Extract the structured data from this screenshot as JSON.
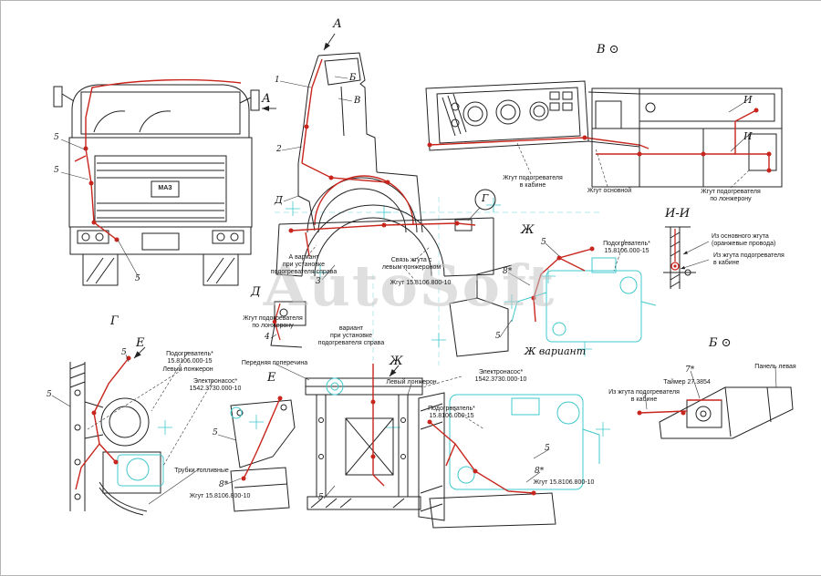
{
  "watermark": "AutoSoft",
  "brand": "МАЗ",
  "colors": {
    "harness_red": "#c8251d",
    "part_teal": "#3fc8cc",
    "line": "#222222",
    "watermark_gray": "#c6c6c6"
  },
  "view_labels": {
    "a_top": "А",
    "a_side": "А",
    "b_flag": "Б",
    "v_flag": "В",
    "v_rotated": "В ⊙",
    "g_circled": "Г",
    "g_view": "Г",
    "d_upper": "Д",
    "d_lower": "Д",
    "e_arrow": "Е",
    "e_view": "Е",
    "zh_arrow": "Ж",
    "zh_view": "Ж",
    "zh_variant": "Ж вариант",
    "i_upper": "И",
    "i_lower": "И",
    "i_section": "И-И",
    "b_rotated": "Б ⊙"
  },
  "callouts": {
    "n1": "1",
    "n2": "2",
    "n3": "3",
    "n4": "4",
    "n5": "5",
    "n7": "7*",
    "n8": "8*"
  },
  "annotations": {
    "variant_a": "А вариант\nпри установке\nподогревателя справа",
    "variant_right": "вариант\nпри установке\nподогревателя справа",
    "link_left_rail": "Связь жгута с\nлевым лонжероном",
    "harness_800": "Жгут 15.8106.800-10",
    "harness_cab": "Жгут подогревателя\nв кабине",
    "harness_main": "Жгут основной",
    "harness_rail": "Жгут подогревателя\nпо лонжерону",
    "from_main_harness": "Из основного жгута\n(оранжевые провода)",
    "from_cab_harness": "Из жгута подогревателя\nв кабине",
    "heater": "Подогреватель*\n15.8106.000-15",
    "left_rail": "Левый лонжерон",
    "pump": "Электронасос*\n1542.3730.000-10",
    "fuel_tubes": "Трубки топливные",
    "front_crossmember": "Передняя поперечина",
    "timer": "Таймер 27.3854",
    "left_panel": "Панель левая"
  }
}
